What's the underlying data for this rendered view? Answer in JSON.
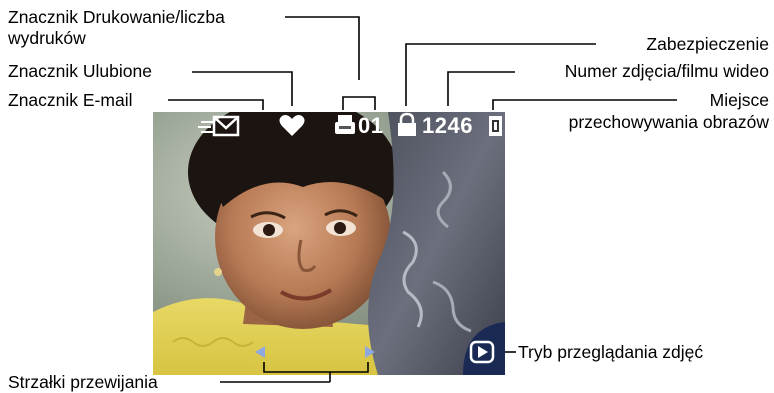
{
  "labels": {
    "print_count": "Znacznik Drukowanie/liczba",
    "print_count_line2": "wydruków",
    "favorite": "Znacznik Ulubione",
    "email": "Znacznik E-mail",
    "protection": "Zabezpieczenie",
    "picture_number": "Numer zdjęcia/filmu wideo",
    "storage_line1": "Miejsce",
    "storage_line2": "przechowywania obrazów",
    "review_mode": "Tryb przeglądania zdjęć",
    "scroll_arrows": "Strzałki przewijania"
  },
  "screen": {
    "print_count_value": "01",
    "picture_number_value": "1246"
  },
  "icons": {
    "email": "email-icon",
    "favorite": "heart-icon",
    "print": "print-icon",
    "protect": "lock-icon",
    "storage": "memory-card-icon",
    "review": "play-icon",
    "scroll_left": "left-arrow-icon",
    "scroll_right": "right-arrow-icon"
  },
  "colors": {
    "arrow": "#8fa8e0",
    "review_badge": "#1a2a55",
    "leader_line": "#000000"
  }
}
